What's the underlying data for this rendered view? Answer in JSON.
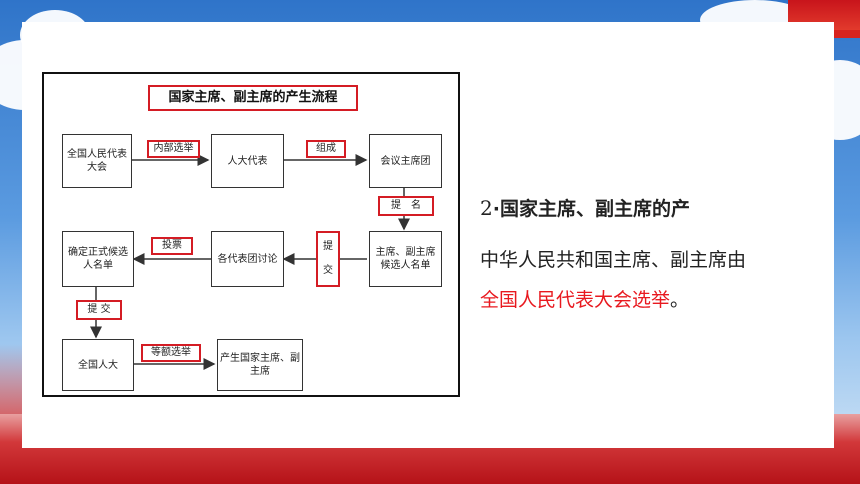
{
  "diagram": {
    "title": "国家主席、副主席的产生流程",
    "nodes": {
      "npc_congress": "全国人民代表大会",
      "deputies": "人大代表",
      "presidium": "会议主席团",
      "candidates": "主席、副主席候选人名单",
      "discussion": "各代表团讨论",
      "formal": "确定正式候选人名单",
      "npc": "全国人大",
      "result": "产生国家主席、副主席"
    },
    "edge_labels": {
      "internal_election": "内部选举",
      "form": "组成",
      "nominate": "提　名",
      "submit_vertical": [
        "提",
        "交"
      ],
      "vote": "投票",
      "submit": "提 交",
      "equal_election": "等额选举"
    }
  },
  "text": {
    "heading_num": "2",
    "heading_sep": "·",
    "heading": "国家主席、副主席的产",
    "para1": "中华人民共和国主席、副主席由",
    "para2_red": "全国人民代表大会选举",
    "para2_end": "。"
  },
  "colors": {
    "accent_red": "#e8191f",
    "frame_red": "#d41c24"
  }
}
